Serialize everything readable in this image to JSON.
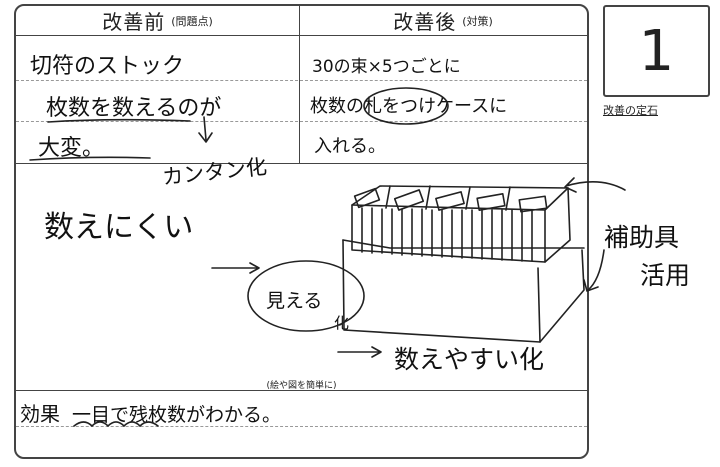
{
  "before": {
    "title": "改善前",
    "subtitle": "(問題点)",
    "lines": [
      "切符のストック",
      "枚数を数えるのが",
      "大変。"
    ]
  },
  "after": {
    "title": "改善後",
    "subtitle": "(対策)",
    "lines": [
      "30の束×5つごとに",
      "枚数の札をつけケースに",
      "入れる。"
    ]
  },
  "annotations": {
    "simplify": "カンタン化",
    "hard_to_count": "数えにくい",
    "visible": "見える",
    "ka": "化",
    "easy_to_count": "数えやすい化",
    "tools_line1": "補助具",
    "tools_line2": "活用"
  },
  "caption": "(絵や図を簡単に)",
  "effect": {
    "label": "効果",
    "text": "一目で残枚数がわかる。"
  },
  "number_box": {
    "number": "1",
    "label": "改善の定石"
  }
}
